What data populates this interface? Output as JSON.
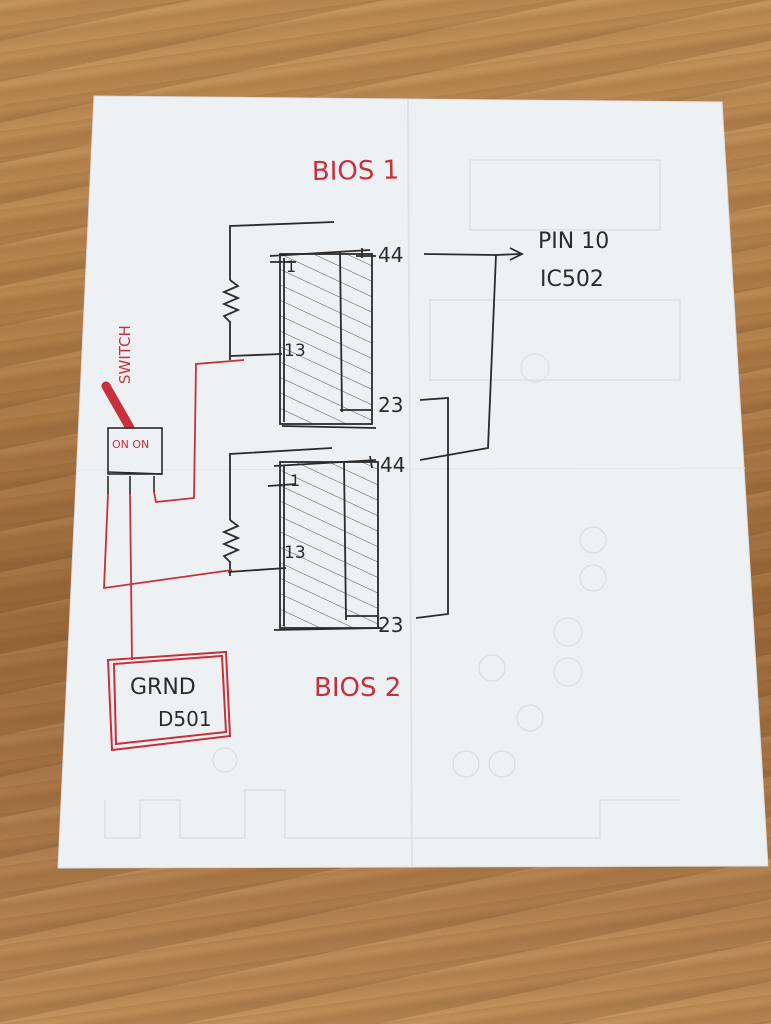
{
  "diagram": {
    "titles": {
      "bios1": "BIOS 1",
      "bios2": "BIOS 2"
    },
    "chip1_pins": {
      "pin1": "1",
      "pin13": "13",
      "pin44": "44",
      "pin23": "23"
    },
    "chip2_pins": {
      "pin1": "1",
      "pin13": "13",
      "pin44": "44",
      "pin23": "23"
    },
    "target": {
      "line1": "PIN 10",
      "line2": "IC502"
    },
    "switch": {
      "label": "SWITCH",
      "positions": "ON ON"
    },
    "ground": {
      "line1": "GRND",
      "line2": "D501"
    },
    "colors": {
      "ink_black": "#2b2b2b",
      "ink_red": "#c8303c",
      "paper": "#eef1f4"
    }
  }
}
